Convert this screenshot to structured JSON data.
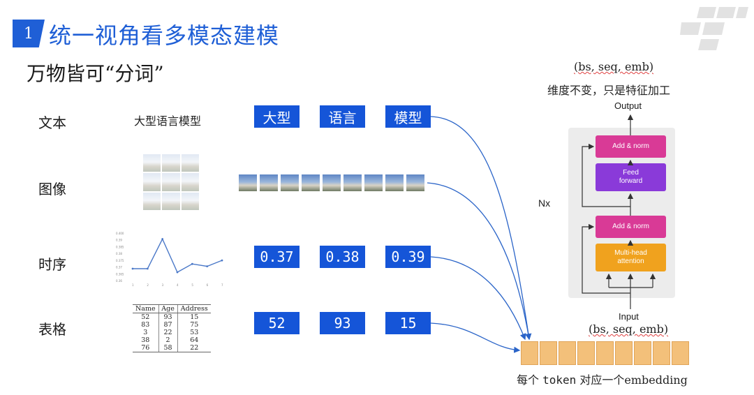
{
  "header": {
    "section_number": "1",
    "section_title": "统一视角看多模态建模",
    "subtitle": "万物皆可“分词”"
  },
  "rows": {
    "text": {
      "label": "文本",
      "source": "大型语言模型",
      "tokens": [
        "大型",
        "语言",
        "模型"
      ]
    },
    "image": {
      "label": "图像"
    },
    "timeseries": {
      "label": "时序",
      "tokens": [
        "0.37",
        "0.38",
        "0.39"
      ],
      "chart_y_ticks": [
        "0.400",
        "0.39",
        "0.385",
        "0.38",
        "0.375",
        "0.37",
        "0.365",
        "0.36"
      ],
      "chart_x_ticks": [
        "1",
        "2",
        "3",
        "4",
        "5",
        "6",
        "7"
      ],
      "chart_values": [
        0.37,
        0.37,
        0.395,
        0.367,
        0.374,
        0.372,
        0.377
      ]
    },
    "table": {
      "label": "表格",
      "tokens": [
        "52",
        "93",
        "15"
      ],
      "columns": [
        "Name",
        "Age",
        "Address"
      ],
      "data": [
        [
          "52",
          "93",
          "15"
        ],
        [
          "83",
          "87",
          "75"
        ],
        [
          "3",
          "22",
          "53"
        ],
        [
          "38",
          "2",
          "64"
        ],
        [
          "76",
          "58",
          "22"
        ]
      ]
    }
  },
  "embedding": {
    "caption_prefix": "每个",
    "caption_token": "token",
    "caption_suffix": "对应一个embedding",
    "cell_count": 9,
    "color": "#f3c07a"
  },
  "transformer": {
    "top_shape": "(bs, seq, emb)",
    "top_note": "维度不变，只是特征加工",
    "output_label": "Output",
    "repeat_label": "Nx",
    "blocks": {
      "add_norm_top": "Add & norm",
      "feed_forward_line1": "Feed",
      "feed_forward_line2": "forward",
      "add_norm_bottom": "Add & norm",
      "attention_line1": "Multi-head",
      "attention_line2": "attention"
    },
    "input_label": "Input",
    "bottom_shape": "(bs, seq, emb)"
  },
  "colors": {
    "accent_blue": "#1f5fd6",
    "token_blue": "#1555d8",
    "arrow_blue": "#2a64c8",
    "pink": "#d93a96",
    "purple": "#8a3ad9",
    "orange": "#f0a21e"
  }
}
